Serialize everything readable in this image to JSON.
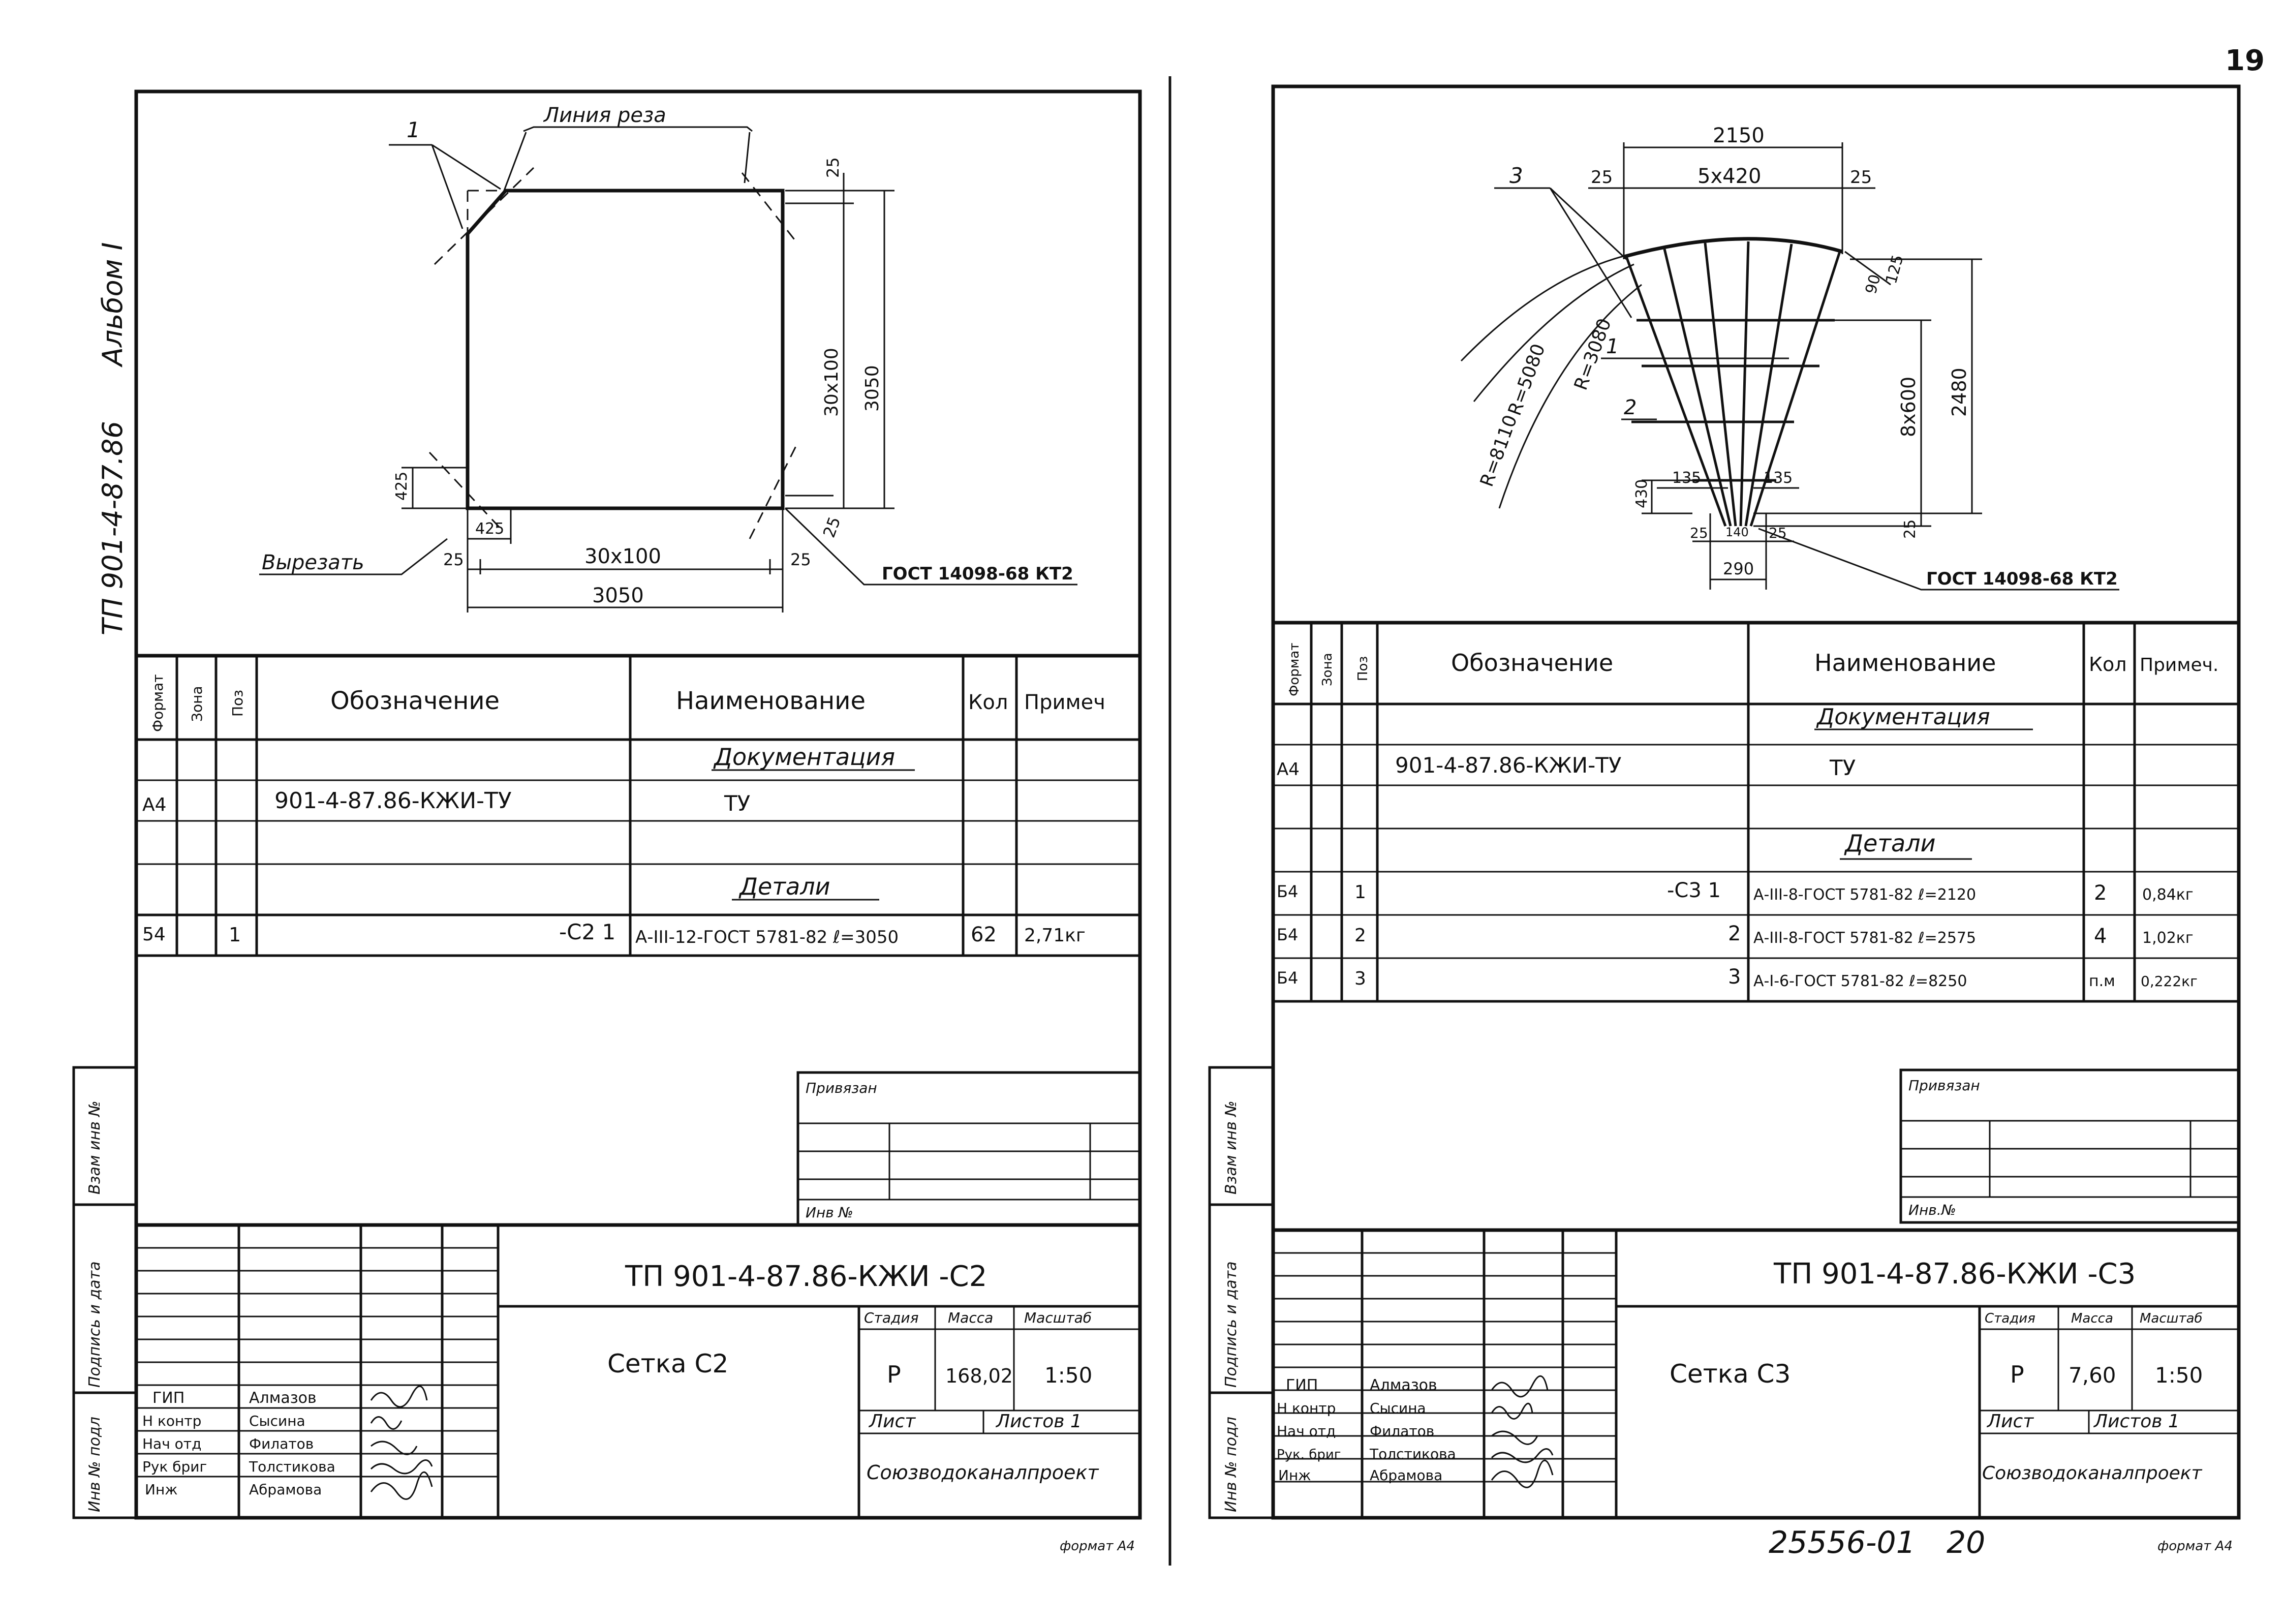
{
  "page_number": "19",
  "left_sheet": {
    "side_album": "Альбом I",
    "side_code": "ТП 901-4-87.86",
    "drawing": {
      "cut_line_label": "Линия реза",
      "callout_1": "1",
      "cut_out_label": "Вырезать",
      "dim_top_25": "25",
      "dim_vertical_pitch": "30х100",
      "dim_vertical_total": "3050",
      "dim_425_v": "425",
      "dim_425_h": "425",
      "dim_25_left": "25",
      "dim_25_right": "25",
      "dim_25_bottom_right": "25",
      "dim_horizontal_pitch": "30х100",
      "dim_horizontal_total": "3050",
      "gost_label": "ГОСТ 14098-68 КТ2"
    },
    "spec": {
      "headers": {
        "format": "Формат",
        "zone": "Зона",
        "pos": "Поз",
        "designation": "Обозначение",
        "name": "Наименование",
        "qty": "Кол",
        "note": "Примеч"
      },
      "section_docs": "Документация",
      "doc_row": {
        "format": "А4",
        "designation": "901-4-87.86-КЖИ-ТУ",
        "name": "ТУ"
      },
      "section_parts": "Детали",
      "part_row": {
        "format": "54",
        "pos": "1",
        "designation": "-С2 1",
        "name": "А-III-12-ГОСТ 5781-82 ℓ=3050",
        "qty": "62",
        "note": "2,71кг"
      }
    },
    "title_block": {
      "privyazan": "Привязан",
      "inv_no": "Инв №",
      "side_labels": [
        "Взам инв №",
        "Подпись и дата",
        "Инв № подл"
      ],
      "doc_code": "ТП 901-4-87.86-КЖИ -С2",
      "item_name": "Сетка С2",
      "stage_label": "Стадия",
      "mass_label": "Масса",
      "scale_label": "Масштаб",
      "stage": "Р",
      "mass": "168,02",
      "scale": "1:50",
      "sheet_label": "Лист",
      "sheets_label": "Листов 1",
      "org": "Союзводоканалпроект",
      "staff": [
        {
          "role": "ГИП",
          "name": "Алмазов"
        },
        {
          "role": "Н контр",
          "name": "Сысина"
        },
        {
          "role": "Нач отд",
          "name": "Филатов"
        },
        {
          "role": "Рук бриг",
          "name": "Толстикова"
        },
        {
          "role": "Инж",
          "name": "Абрамова"
        }
      ]
    },
    "format_note": "формат А4"
  },
  "right_sheet": {
    "drawing": {
      "dim_top_total": "2150",
      "dim_top_pitch": "5х420",
      "dim_25_left": "25",
      "dim_25_right": "25",
      "callout_3": "3",
      "callout_1": "1",
      "callout_2": "2",
      "dim_90": "90",
      "dim_125": "125",
      "radius_8110": "R=8110",
      "radius_5080": "R=5080",
      "radius_3080": "R=3080",
      "dim_8x600": "8х600",
      "dim_2480": "2480",
      "dim_430": "430",
      "dim_135_left": "135",
      "dim_135_right": "135",
      "dim_25_bottom": "25",
      "dim_25_bl": "25",
      "dim_25_br": "25",
      "dim_140": "140",
      "dim_290": "290",
      "gost_label": "ГОСТ 14098-68 КТ2"
    },
    "spec": {
      "headers": {
        "format": "Формат",
        "zone": "Зона",
        "pos": "Поз",
        "designation": "Обозначение",
        "name": "Наименование",
        "qty": "Кол",
        "note": "Примеч."
      },
      "section_docs": "Документация",
      "doc_row": {
        "format": "А4",
        "designation": "901-4-87.86-КЖИ-ТУ",
        "name": "ТУ"
      },
      "section_parts": "Детали",
      "part_rows": [
        {
          "format": "Б4",
          "pos": "1",
          "designation": "-С3 1",
          "name": "А-III-8-ГОСТ 5781-82 ℓ=2120",
          "qty": "2",
          "note": "0,84кг"
        },
        {
          "format": "Б4",
          "pos": "2",
          "designation": "2",
          "name": "А-III-8-ГОСТ 5781-82 ℓ=2575",
          "qty": "4",
          "note": "1,02кг"
        },
        {
          "format": "Б4",
          "pos": "3",
          "designation": "3",
          "name": "А-I-6-ГОСТ 5781-82 ℓ=8250",
          "qty": "п.м",
          "note": "0,222кг"
        }
      ]
    },
    "title_block": {
      "privyazan": "Привязан",
      "inv_no": "Инв.№",
      "side_labels": [
        "Взам инв №",
        "Подпись и дата",
        "Инв № подл"
      ],
      "doc_code": "ТП 901-4-87.86-КЖИ -С3",
      "item_name": "Сетка С3",
      "stage_label": "Стадия",
      "mass_label": "Масса",
      "scale_label": "Масштаб",
      "stage": "Р",
      "mass": "7,60",
      "scale": "1:50",
      "sheet_label": "Лист",
      "sheets_label": "Листов 1",
      "org": "Союзводоканалпроект",
      "staff": [
        {
          "role": "ГИП",
          "name": "Алмазов"
        },
        {
          "role": "Н контр",
          "name": "Сысина"
        },
        {
          "role": "Нач отд",
          "name": "Филатов"
        },
        {
          "role": "Рук. бриг",
          "name": "Толстикова"
        },
        {
          "role": "Инж",
          "name": "Абрамова"
        }
      ]
    },
    "archive_no": "25556-01",
    "archive_page": "20",
    "format_note": "формат А4"
  }
}
